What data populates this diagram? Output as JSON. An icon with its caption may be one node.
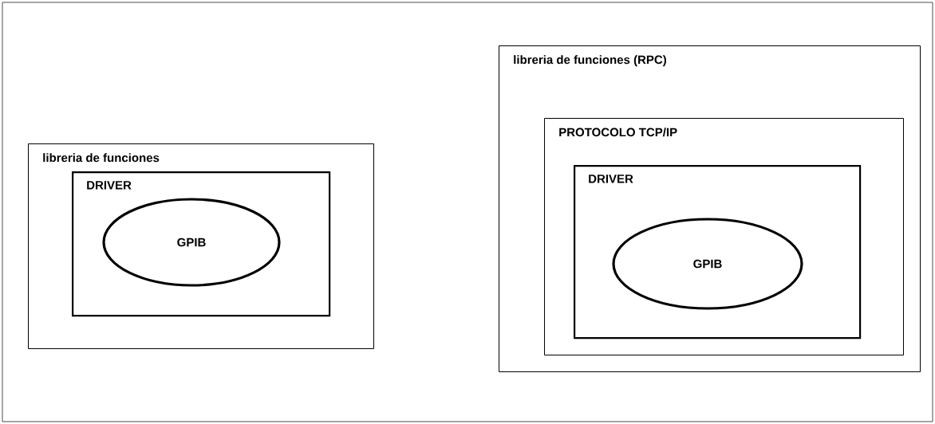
{
  "diagram": {
    "nodes": [
      {
        "text": [
          "libreria de funciones"
        ]
      },
      {
        "text": [
          "DRIVER"
        ],
        "in": 0
      },
      {
        "text": [
          "GPIB"
        ],
        "in": 1
      },
      {
        "text": [
          "libreria de funciones (RPC)"
        ]
      },
      {
        "text": [
          "PROTOCOLO TCP/IP"
        ],
        "in": 3
      },
      {
        "text": [
          "DRIVER"
        ],
        "in": 4
      },
      {
        "text": [
          "GPIB"
        ],
        "in": 5
      }
    ]
  }
}
